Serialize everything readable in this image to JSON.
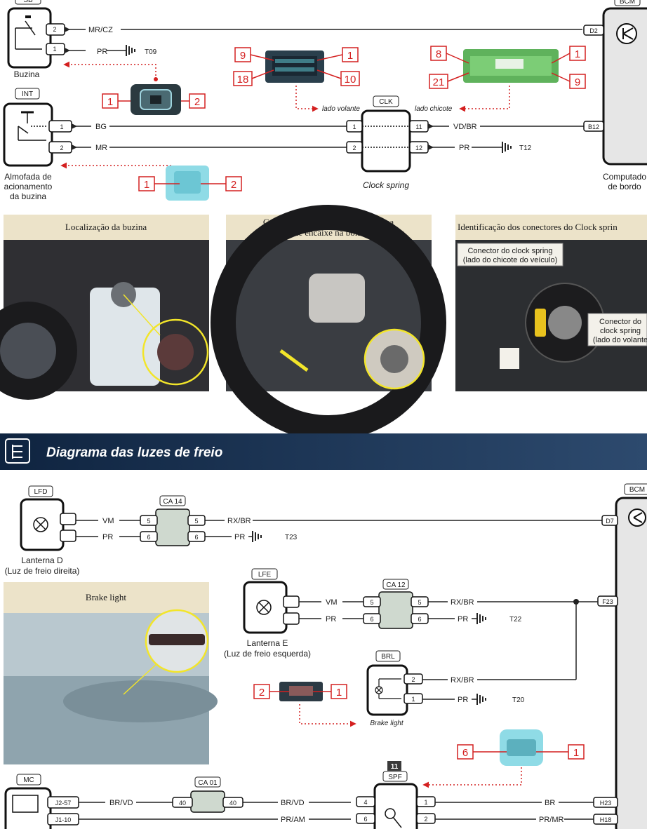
{
  "header_partial": {
    "left_tag": "SB",
    "right_tag": "BCM"
  },
  "horn": {
    "name": "Buzina",
    "pins": [
      "2",
      "1"
    ],
    "wires": [
      "MR/CZ",
      "PR"
    ],
    "ground": "T09",
    "connector_pins": [
      "1",
      "2"
    ]
  },
  "int": {
    "tag": "INT",
    "name_lines": [
      "Almofada de",
      "acionamento",
      "da buzina"
    ],
    "pins": [
      "1",
      "2"
    ],
    "wires": [
      "BG",
      "MR"
    ],
    "connector_pins": [
      "1",
      "2"
    ]
  },
  "steering_connector": {
    "pins": [
      "9",
      "1",
      "18",
      "10"
    ],
    "note": "lado volante"
  },
  "harness_connector": {
    "pins": [
      "8",
      "1",
      "21",
      "9"
    ],
    "note": "lado chicote"
  },
  "clk": {
    "tag": "CLK",
    "name": "Clock spring",
    "left_pins": [
      "1",
      "2"
    ],
    "right_pins": [
      "11",
      "12"
    ],
    "wires": [
      "VD/BR",
      "PR"
    ],
    "ground": "T12"
  },
  "bcm_top": {
    "pins": [
      "D2",
      "B12"
    ],
    "name_lines": [
      "Computado",
      "de bordo"
    ]
  },
  "photos": [
    {
      "title_lines": [
        "Localização da buzina"
      ]
    },
    {
      "title_lines": [
        "Conector de acionamento da buzina",
        "e seu local de encaixe na bolsa do air bag"
      ]
    },
    {
      "title_lines": [
        "Identificação dos conectores do Clock sprin"
      ],
      "label_a": [
        "Conector do clock spring",
        "(lado do chicote do veículo)"
      ],
      "label_b": [
        "Conector do",
        "clock spring",
        "(lado do volante"
      ]
    }
  ],
  "section": {
    "title": "Diagrama das luzes de freio"
  },
  "brake": {
    "lfd": {
      "tag": "LFD",
      "name_lines": [
        "Lanterna D",
        "(Luz de freio direita)"
      ],
      "wires": [
        "VM",
        "PR"
      ]
    },
    "ca14": {
      "tag": "CA 14",
      "pins": [
        "5",
        "6"
      ],
      "wires": [
        "RX/BR",
        "PR"
      ],
      "ground": "T23"
    },
    "bcm": {
      "tag": "BCM",
      "pins": [
        "D7",
        "F23",
        "H23",
        "H18"
      ]
    },
    "photo_title": "Brake light",
    "lfe": {
      "tag": "LFE",
      "name_lines": [
        "Lanterna E",
        "(Luz de freio esquerda)"
      ],
      "wires": [
        "VM",
        "PR"
      ]
    },
    "ca12": {
      "tag": "CA 12",
      "pins": [
        "5",
        "6"
      ],
      "wires": [
        "RX/BR",
        "PR"
      ],
      "ground": "T22"
    },
    "brl": {
      "tag": "BRL",
      "name": "Brake light",
      "pins": [
        "2",
        "1"
      ],
      "wires": [
        "RX/BR",
        "PR"
      ],
      "ground": "T20",
      "connector_pins": [
        "2",
        "1"
      ]
    },
    "spf_connector_pins": [
      "6",
      "1"
    ],
    "mc": {
      "tag": "MC",
      "pins": [
        "J2-57",
        "J1-10"
      ],
      "wires": [
        "BR/VD",
        "PR/AM"
      ]
    },
    "ca01": {
      "tag": "CA 01",
      "pins": [
        "40",
        "40"
      ]
    },
    "spf": {
      "tag": "SPF",
      "num": "11",
      "left_pins": [
        "4",
        "6"
      ],
      "right_pins": [
        "1",
        "2"
      ],
      "left_wires": [
        "BR/VD",
        "PR/AM"
      ],
      "right_wires": [
        "BR",
        "PR/MR"
      ]
    }
  },
  "colors": {
    "wire": "#222222",
    "callout": "#d42020",
    "photo_header": "#ece3c9",
    "section_band": "#15304f",
    "body_fill": "#e6e6e6"
  }
}
